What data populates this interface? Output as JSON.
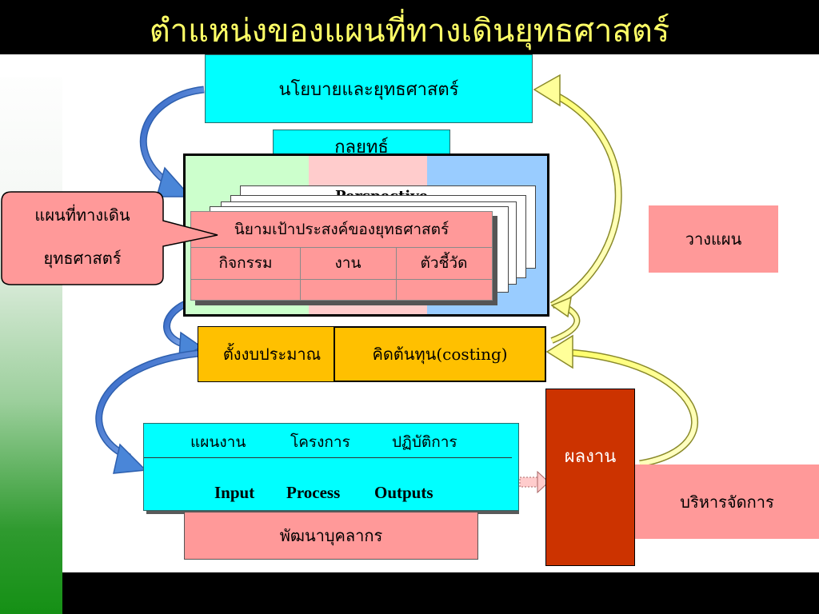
{
  "title": "ตำแหน่งของแผนที่ทางเดินยุทธศาสตร์",
  "policy_box": {
    "label": "นโยบายและยุทธศาสตร์"
  },
  "strategy_box": {
    "label": "กลยุทธ์"
  },
  "sheet_hidden_text": "Perspective",
  "objective_table": {
    "header": "นิยามเป้าประสงค์ของยุทธศาสตร์",
    "columns": [
      "กิจกรรม",
      "งาน",
      "ตัวชี้วัด"
    ]
  },
  "callout": {
    "line1": "แผนที่ทางเดิน",
    "line2": "ยุทธศาสตร์"
  },
  "planning_box": {
    "label": "วางแผน"
  },
  "budget_box": {
    "label": "ตั้งงบประมาณ"
  },
  "costing_box": {
    "label": "คิดต้นทุน(costing)"
  },
  "operations_box": {
    "headers": [
      "แผนงาน",
      "โครงการ",
      "ปฏิบัติการ"
    ],
    "io": [
      "Input",
      "Process",
      "Outputs"
    ]
  },
  "hr_box": {
    "label": "พัฒนาบุคลากร"
  },
  "result_box": {
    "label": "ผลงาน"
  },
  "management_box": {
    "label": "บริหารจัดการ"
  },
  "colors": {
    "title_text": "#ffff66",
    "cyan": "#00ffff",
    "pink": "#ff9999",
    "orange": "#ffc000",
    "result_red": "#cc3300",
    "panel_green": "#ccffcc",
    "panel_pink": "#ffcccc",
    "panel_blue": "#99ccff",
    "arrow_blue": "#4a86d8",
    "arrow_yellow": "#ffff99"
  }
}
